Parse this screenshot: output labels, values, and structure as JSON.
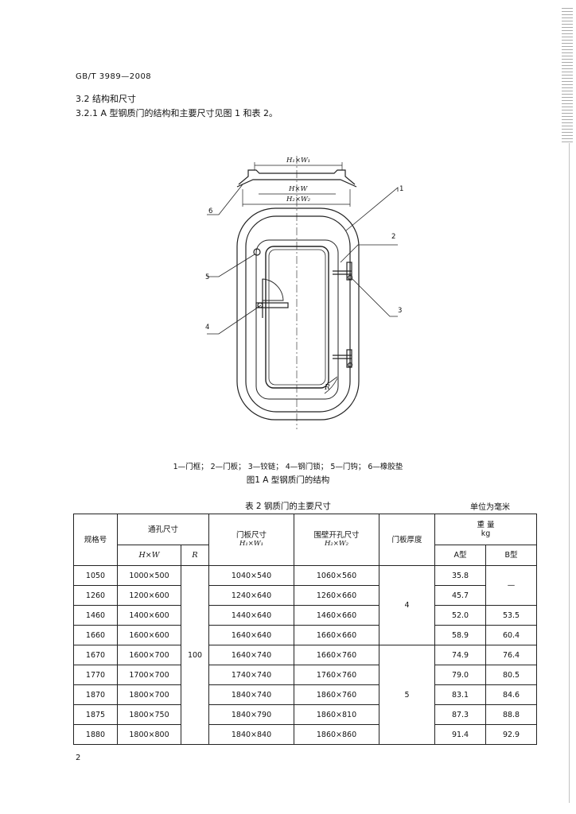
{
  "header": {
    "standard_no": "GB/T 3989—2008"
  },
  "section": {
    "title": "3.2  结构和尺寸",
    "paragraph": "3.2.1  A 型钢质门的结构和主要尺寸见图 1 和表 2。"
  },
  "figure": {
    "dim_top": "H₁×W₁",
    "dim_mid": "H×W",
    "dim_bottom": "H₂×W₂",
    "radius_label": "R",
    "callouts": [
      "1",
      "2",
      "3",
      "4",
      "5",
      "6"
    ],
    "legend": "1—门框；   2—门板；   3—铰链；   4—钢门锁；   5—门钩；   6—橡胶垫",
    "caption": "图1   A 型钢质门的结构"
  },
  "table": {
    "title": "表 2   钢质门的主要尺寸",
    "unit": "单位为毫米",
    "headers": {
      "spec_no": "规格号",
      "opening": "通孔尺寸",
      "opening_hw": "H×W",
      "opening_r": "R",
      "door_plate": "门板尺寸",
      "door_plate_sub": "H₁×W₁",
      "bulkhead": "围壁开孔尺寸",
      "bulkhead_sub": "H₂×W₂",
      "thickness": "门板厚度",
      "weight": "重   量",
      "weight_unit": "kg",
      "type_a": "A型",
      "type_b": "B型"
    },
    "r_value": "100",
    "thickness_values": [
      "4",
      "5"
    ],
    "rows": [
      {
        "spec": "1050",
        "hw": "1000×500",
        "door": "1040×540",
        "hole": "1060×560",
        "a": "35.8",
        "b": "—"
      },
      {
        "spec": "1260",
        "hw": "1200×600",
        "door": "1240×640",
        "hole": "1260×660",
        "a": "45.7",
        "b": ""
      },
      {
        "spec": "1460",
        "hw": "1400×600",
        "door": "1440×640",
        "hole": "1460×660",
        "a": "52.0",
        "b": "53.5"
      },
      {
        "spec": "1660",
        "hw": "1600×600",
        "door": "1640×640",
        "hole": "1660×660",
        "a": "58.9",
        "b": "60.4"
      },
      {
        "spec": "1670",
        "hw": "1600×700",
        "door": "1640×740",
        "hole": "1660×760",
        "a": "74.9",
        "b": "76.4"
      },
      {
        "spec": "1770",
        "hw": "1700×700",
        "door": "1740×740",
        "hole": "1760×760",
        "a": "79.0",
        "b": "80.5"
      },
      {
        "spec": "1870",
        "hw": "1800×700",
        "door": "1840×740",
        "hole": "1860×760",
        "a": "83.1",
        "b": "84.6"
      },
      {
        "spec": "1875",
        "hw": "1800×750",
        "door": "1840×790",
        "hole": "1860×810",
        "a": "87.3",
        "b": "88.8"
      },
      {
        "spec": "1880",
        "hw": "1800×800",
        "door": "1840×840",
        "hole": "1860×860",
        "a": "91.4",
        "b": "92.9"
      }
    ]
  },
  "footer": {
    "page_number": "2"
  }
}
